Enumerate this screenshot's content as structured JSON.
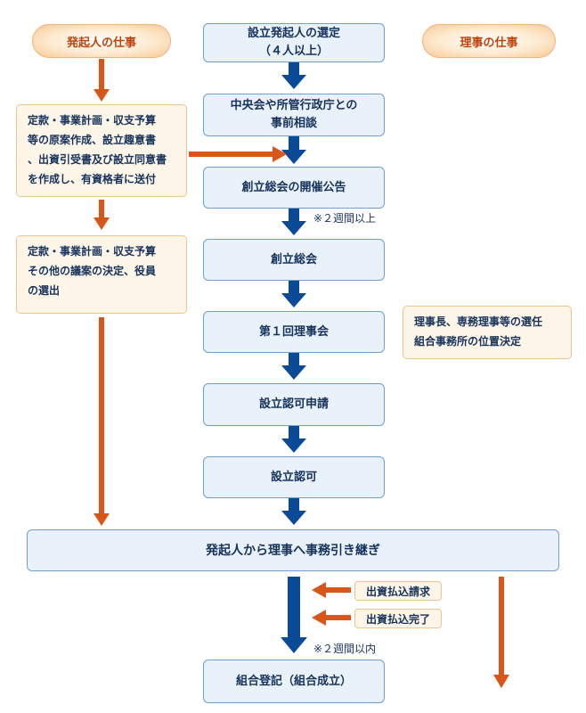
{
  "labels": {
    "promoter_role": "発起人の仕事",
    "director_role": "理事の仕事"
  },
  "steps": {
    "s1_line1": "設立発起人の選定",
    "s1_line2": "（４人以上）",
    "s2_line1": "中央会や所管行政庁との",
    "s2_line2": "事前相談",
    "s3": "創立総会の開催公告",
    "s4": "創立総会",
    "s5": "第１回理事会",
    "s6": "設立認可申請",
    "s7": "設立認可",
    "s8": "発起人から理事へ事務引き継ぎ",
    "s9": "組合登記（組合成立）"
  },
  "notes": {
    "promoter_task1": [
      "定款・事業計画・収支予算",
      "等の原案作成、設立趣意書",
      "、出資引受書及び設立同意書",
      "を作成し、有資格者に送付"
    ],
    "promoter_task2": [
      "定款・事業計画・収支予算",
      "その他の議案の決定、役員",
      "の選出"
    ],
    "director_task1": [
      "理事長、専務理事等の選任",
      "組合事務所の位置決定"
    ],
    "payment_request": "出資払込請求",
    "payment_complete": "出資払込完了"
  },
  "annotations": {
    "two_weeks_after": "※２週間以上",
    "two_weeks_within": "※２週間以内"
  },
  "colors": {
    "blue_arrow": "#0b4a96",
    "orange_arrow": "#d8561a",
    "box_fill": "#e9f1fb",
    "box_border": "#6f9fd3",
    "note_fill": "#fdf5e8",
    "note_border": "#f2c48d",
    "text": "#16335c",
    "role_text": "#c1440e"
  }
}
